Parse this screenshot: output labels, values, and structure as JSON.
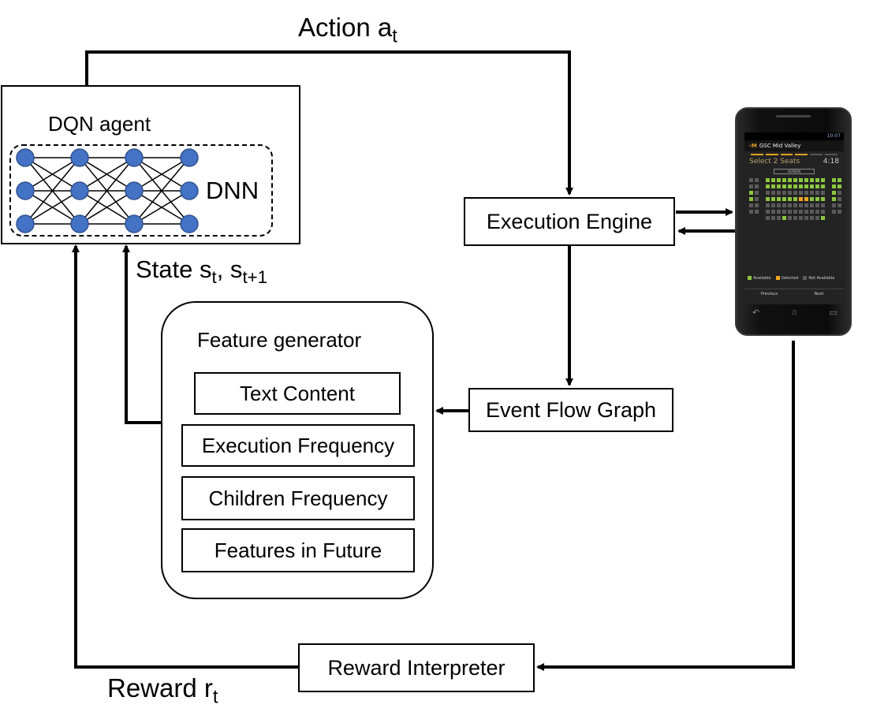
{
  "labels": {
    "action": "Action a",
    "action_sub": "t",
    "state": "State s",
    "state_sub1": "t",
    "state_mid": ", s",
    "state_sub2": "t+1",
    "reward": "Reward r",
    "reward_sub": "t"
  },
  "agent": {
    "title": "DQN agent",
    "dnn_label": "DNN"
  },
  "boxes": {
    "execution_engine": "Execution Engine",
    "event_flow_graph": "Event Flow Graph",
    "reward_interpreter": "Reward Interpreter"
  },
  "feature_generator": {
    "title": "Feature generator",
    "items": [
      "Text Content",
      "Execution Frequency",
      "Children Frequency",
      "Features in Future"
    ]
  },
  "phone": {
    "clock": "10:07",
    "app_title": "GSC Mid Valley",
    "select_text": "Select 2 Seats",
    "timer": "4:18",
    "screen_label": "SCREEN",
    "legend": [
      "Available",
      "Selected",
      "Not Available"
    ],
    "nav": [
      "Previous",
      "Next"
    ],
    "colors": {
      "available": "#8cc63f",
      "selected": "#f5a623",
      "not_available": "#5a5a5a"
    }
  },
  "colors": {
    "node_fill": "#4472c4",
    "node_stroke": "#2f528f",
    "line": "#000000"
  }
}
